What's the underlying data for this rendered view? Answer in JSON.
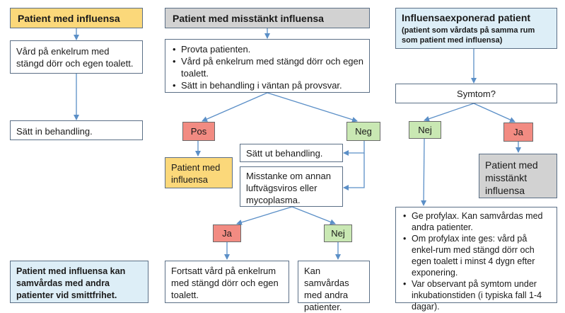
{
  "col1": {
    "header": "Patient med influensa",
    "box1": "Vård på enkelrum med stängd dörr och egen toalett.",
    "box2": "Sätt in behandling.",
    "footer": "Patient med influensa kan samvårdas med andra patienter vid smittfrihet."
  },
  "col2": {
    "header": "Patient med misstänkt influensa",
    "bullets": [
      "Provta patienten.",
      "Vård på enkelrum med stängd dörr och egen toalett.",
      "Sätt in behandling i väntan på provsvar."
    ],
    "pos": "Pos",
    "neg": "Neg",
    "pos_result": "Patient med influensa",
    "stop_treatment": "Sätt ut behandling.",
    "suspicion": "Misstanke om annan luftvägsviros eller mycoplasma.",
    "ja": "Ja",
    "nej": "Nej",
    "ja_result": "Fortsatt vård på enkelrum med stängd dörr och egen toalett.",
    "nej_result": "Kan samvårdas med andra patienter."
  },
  "col3": {
    "header": "Influensaexponerad patient",
    "subheader": "(patient som vårdats på samma rum som patient med influensa)",
    "symptom": "Symtom?",
    "nej": "Nej",
    "ja": "Ja",
    "ja_result": "Patient med misstänkt influensa",
    "bullets": [
      "Ge profylax. Kan samvårdas med andra patienter.",
      "Om profylax inte ges: vård på enkel-rum med stängd dörr och egen toalett i minst 4 dygn efter exponering.",
      "Var observant på symtom under inkubationstiden (i typiska fall 1-4 dagar)."
    ]
  },
  "colors": {
    "yellow": "#fbd87a",
    "grey": "#d2d2d2",
    "lightblue": "#ddeef7",
    "red": "#f28b82",
    "green": "#c9e8b3",
    "arrow": "#5b8fc7"
  }
}
